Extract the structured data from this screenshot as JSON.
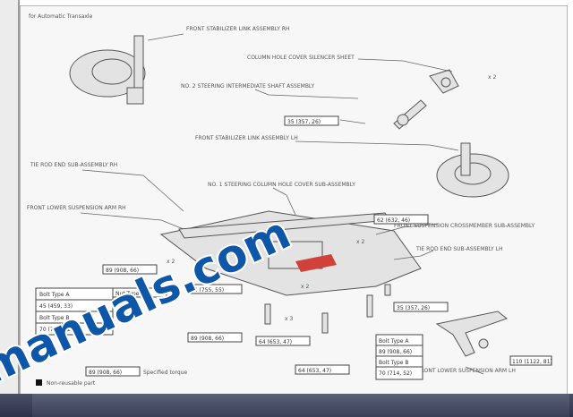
{
  "diagram": {
    "header": "for Automatic Transaxle",
    "callouts": {
      "front_stabilizer_link_rh": "FRONT STABILIZER LINK ASSEMBLY RH",
      "column_hole_cover": "COLUMN HOLE COVER SILENCER SHEET",
      "steering_intermediate_shaft": "NO. 2 STEERING INTERMEDIATE SHAFT ASSEMBLY",
      "front_stabilizer_link_lh": "FRONT STABILIZER LINK ASSEMBLY LH",
      "tie_rod_end_rh": "TIE ROD END SUB-ASSEMBLY RH",
      "steering_column_cover": "NO. 1 STEERING COLUMN HOLE COVER SUB-ASSEMBLY",
      "front_lower_suspension_arm": "FRONT LOWER SUSPENSION ARM RH",
      "front_suspension_crossmember": "FRONT SUSPENSION CROSSMEMBER SUB-ASSEMBLY",
      "tie_rod_end_lh": "TIE ROD END SUB-ASSEMBLY LH",
      "front_lower_arm_lh": "FRONT LOWER SUSPENSION ARM LH"
    },
    "torque_tags": [
      "35 (357, 26)",
      "62 (632, 46)",
      "89 (908, 66)",
      "45 (459, 33)",
      "70 (714, 52)",
      "74 (755, 55)",
      "89 (908, 66)",
      "64 (653, 47)",
      "35 (357, 26)",
      "110 (1122, 81)",
      "89 (908, 66)",
      "70 (714, 52)",
      "64 (653, 47)",
      "89 (908, 66)"
    ],
    "bolt_types": [
      "Bolt Type A",
      "Bolt Type B",
      "Nut Type"
    ],
    "x_marks": [
      "x 2",
      "x 2",
      "x 2",
      "x 3",
      "x 2"
    ],
    "legend_specified_torque": "Specified torque",
    "legend_non_reusable": "Non-reusable part"
  },
  "watermark": "manuals.com",
  "colors": {
    "watermark": "#0e56a8",
    "bottom_bar": "#3a3f58",
    "red_part": "#d0413a"
  }
}
